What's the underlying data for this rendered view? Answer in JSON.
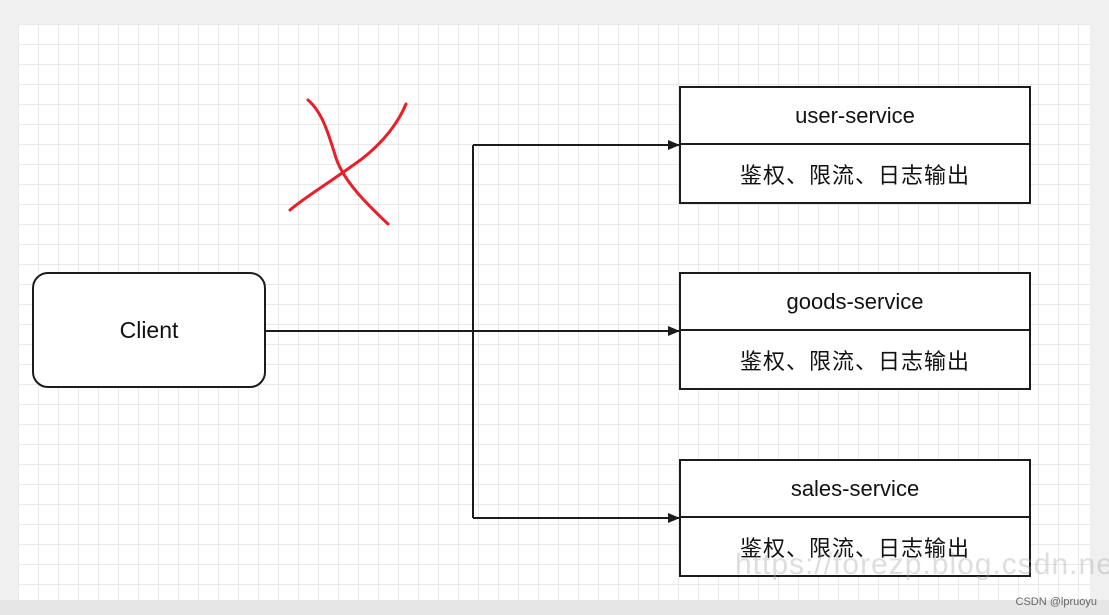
{
  "client": {
    "label": "Client"
  },
  "services": [
    {
      "name": "user-service",
      "features": "鉴权、限流、日志输出"
    },
    {
      "name": "goods-service",
      "features": "鉴权、限流、日志输出"
    },
    {
      "name": "sales-service",
      "features": "鉴权、限流、日志输出"
    }
  ],
  "overlay": {
    "mark": "red-x-mark",
    "color": "#e8202a"
  },
  "watermark": "https://forezp.blog.csdn.net",
  "credit": "CSDN @lpruoyu",
  "colors": {
    "line": "#1c1c1c",
    "grid": "#e9e9e9"
  }
}
